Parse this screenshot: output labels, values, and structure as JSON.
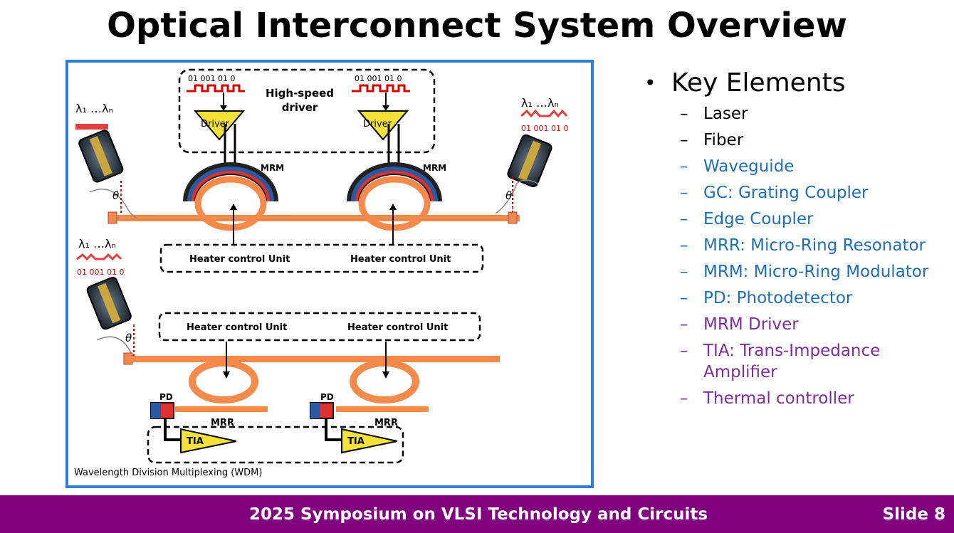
{
  "title": "Optical Interconnect System Overview",
  "diagram": {
    "bits": "01 001 01 0",
    "high_speed_driver": [
      "High-speed",
      "driver"
    ],
    "driver": "Driver",
    "mrm": "MRM",
    "mrr": "MRR",
    "pd": "PD",
    "tia": "TIA",
    "heater": "Heater control Unit",
    "wdm": "Wavelength Division Multiplexing (WDM)",
    "lambda": "λ₁ …λₙ",
    "theta": "θ"
  },
  "bullets": {
    "head": "Key Elements",
    "items": [
      {
        "text": "Laser",
        "color": "#000000"
      },
      {
        "text": "Fiber",
        "color": "#000000"
      },
      {
        "text": "Waveguide",
        "color": "#1f6fb8"
      },
      {
        "text": "GC: Grating Coupler",
        "color": "#1f6fb8"
      },
      {
        "text": "Edge Coupler",
        "color": "#1f6fb8"
      },
      {
        "text": "MRR: Micro-Ring Resonator",
        "color": "#1f6fb8"
      },
      {
        "text": "MRM: Micro-Ring Modulator",
        "color": "#1f6fb8"
      },
      {
        "text": "PD: Photodetector",
        "color": "#1f6fb8"
      },
      {
        "text": "MRM Driver",
        "color": "#7b2d9e"
      },
      {
        "text": "TIA: Trans-Impedance Amplifier",
        "color": "#7b2d9e"
      },
      {
        "text": "Thermal controller",
        "color": "#7b2d9e"
      }
    ]
  },
  "footer": {
    "conference": "2025 Symposium on VLSI Technology and Circuits",
    "slide": "Slide 8"
  },
  "colors": {
    "waveguide": "#f58a4b",
    "frame": "#2f80d4",
    "footer": "#800080",
    "driver": "#f4e23a"
  }
}
